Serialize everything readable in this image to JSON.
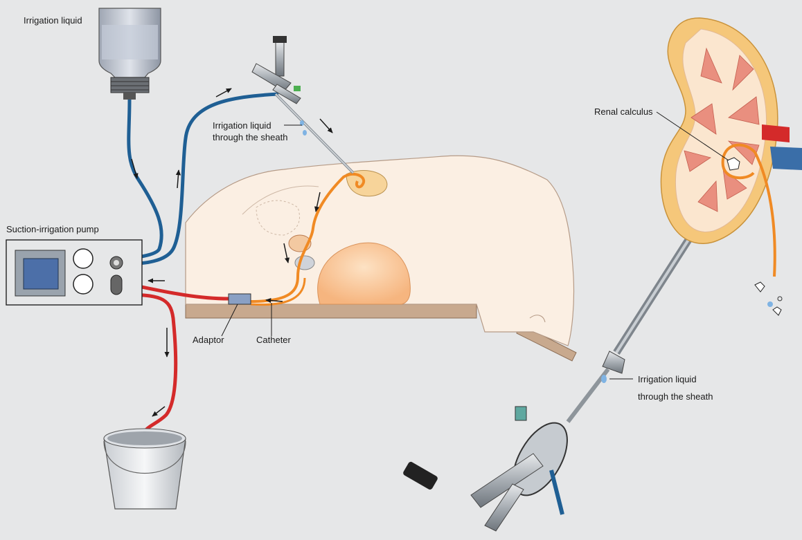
{
  "labels": {
    "irrigation_liquid": "Irrigation liquid",
    "pump": "Suction-irrigation pump",
    "sheath_top_line1": "Irrigation liquid",
    "sheath_top_line2": "through the sheath",
    "adaptor": "Adaptor",
    "catheter": "Catheter",
    "renal_calculus": "Renal calculus",
    "sheath_right_line1": "Irrigation liquid",
    "sheath_right_line2": "through the sheath"
  },
  "colors": {
    "background": "#e6e7e8",
    "irrigation_tube": "#1f5f94",
    "suction_tube": "#d42a2a",
    "catheter": "#f08a24",
    "body": "#fbefe3",
    "table": "#c8a98e",
    "kidney_cortex": "#f5c77a",
    "pyramids": "#e98f7f",
    "instrument": "#9aa0a6"
  }
}
